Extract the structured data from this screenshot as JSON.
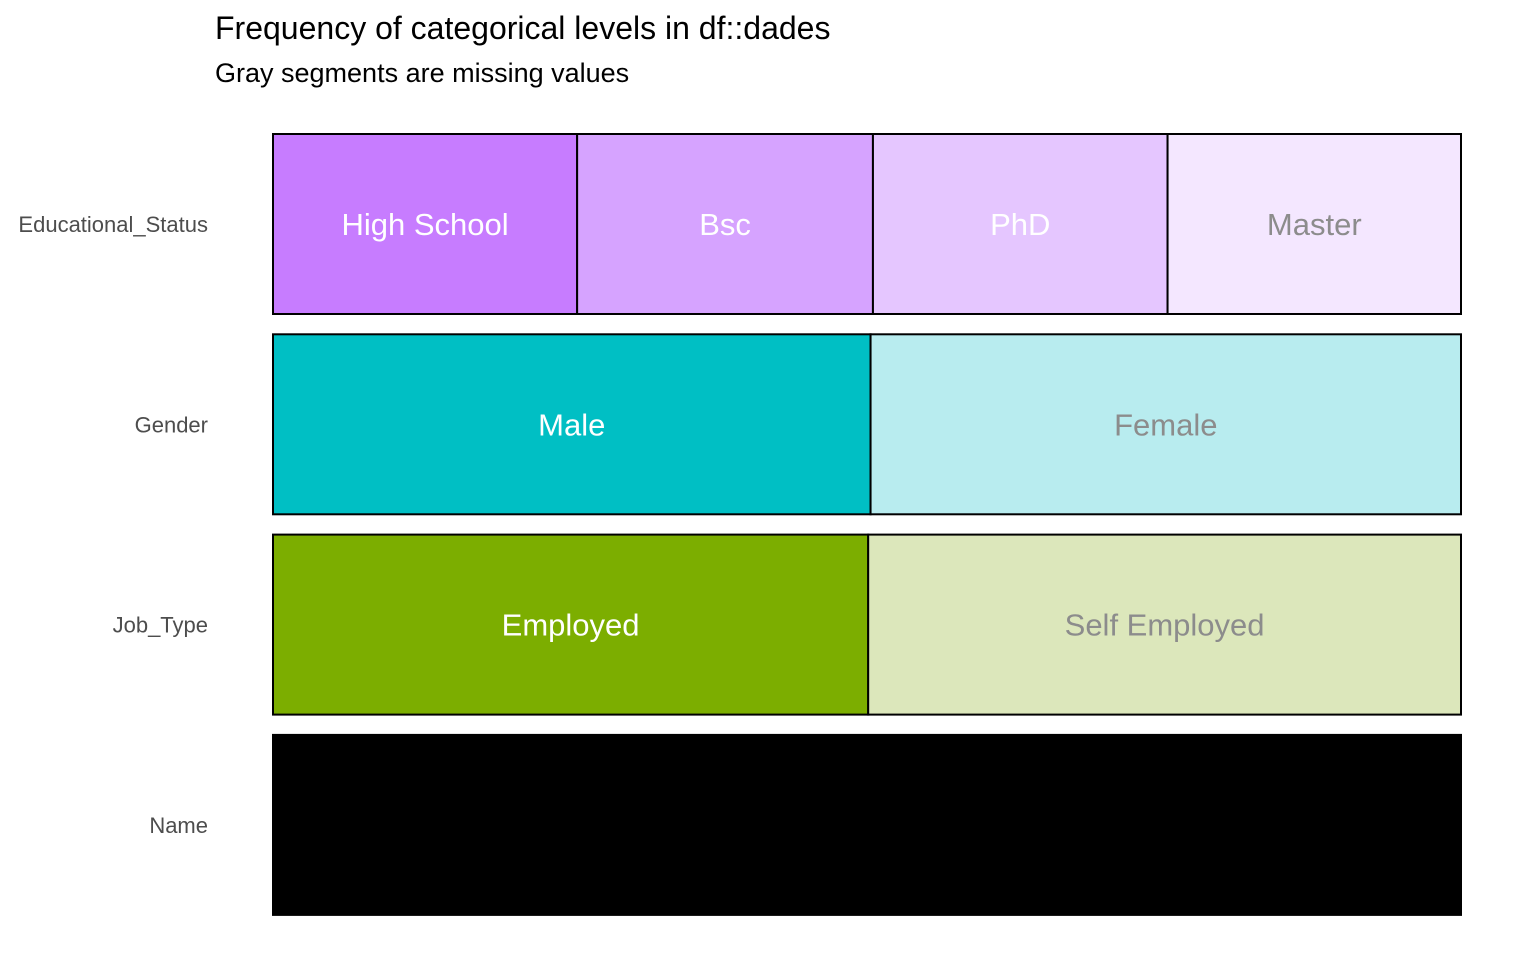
{
  "chart_data": {
    "type": "bar",
    "stacked": true,
    "orientation": "horizontal",
    "title": "Frequency of categorical levels in df::dades",
    "subtitle": "Gray segments are missing values",
    "xlabel": "",
    "ylabel": "",
    "xlim": [
      0,
      1
    ],
    "grid": false,
    "legend": "none",
    "rows": [
      {
        "col_name": "Educational_Status",
        "segments": [
          {
            "level": "High School",
            "prop": 0.256,
            "fill": "#C77CFF",
            "text_color": "#FFFFFF"
          },
          {
            "level": "Bsc",
            "prop": 0.249,
            "fill": "#D6A3FF",
            "text_color": "#FFFFFF"
          },
          {
            "level": "PhD",
            "prop": 0.248,
            "fill": "#E5C6FF",
            "text_color": "#FFFFFF"
          },
          {
            "level": "Master",
            "prop": 0.247,
            "fill": "#F4E7FF",
            "text_color": "#8C8C8C"
          }
        ]
      },
      {
        "col_name": "Gender",
        "segments": [
          {
            "level": "Male",
            "prop": 0.503,
            "fill": "#00BFC4",
            "text_color": "#FFFFFF"
          },
          {
            "level": "Female",
            "prop": 0.497,
            "fill": "#B8ECEF",
            "text_color": "#8C8C8C"
          }
        ]
      },
      {
        "col_name": "Job_Type",
        "segments": [
          {
            "level": "Employed",
            "prop": 0.501,
            "fill": "#7CAE00",
            "text_color": "#FFFFFF"
          },
          {
            "level": "Self Employed",
            "prop": 0.499,
            "fill": "#DCE7BB",
            "text_color": "#8C8C8C"
          }
        ]
      },
      {
        "col_name": "Name",
        "segments": [
          {
            "level": "",
            "prop": 1.0,
            "fill": "#000000",
            "text_color": "#FFFFFF"
          }
        ]
      }
    ]
  }
}
